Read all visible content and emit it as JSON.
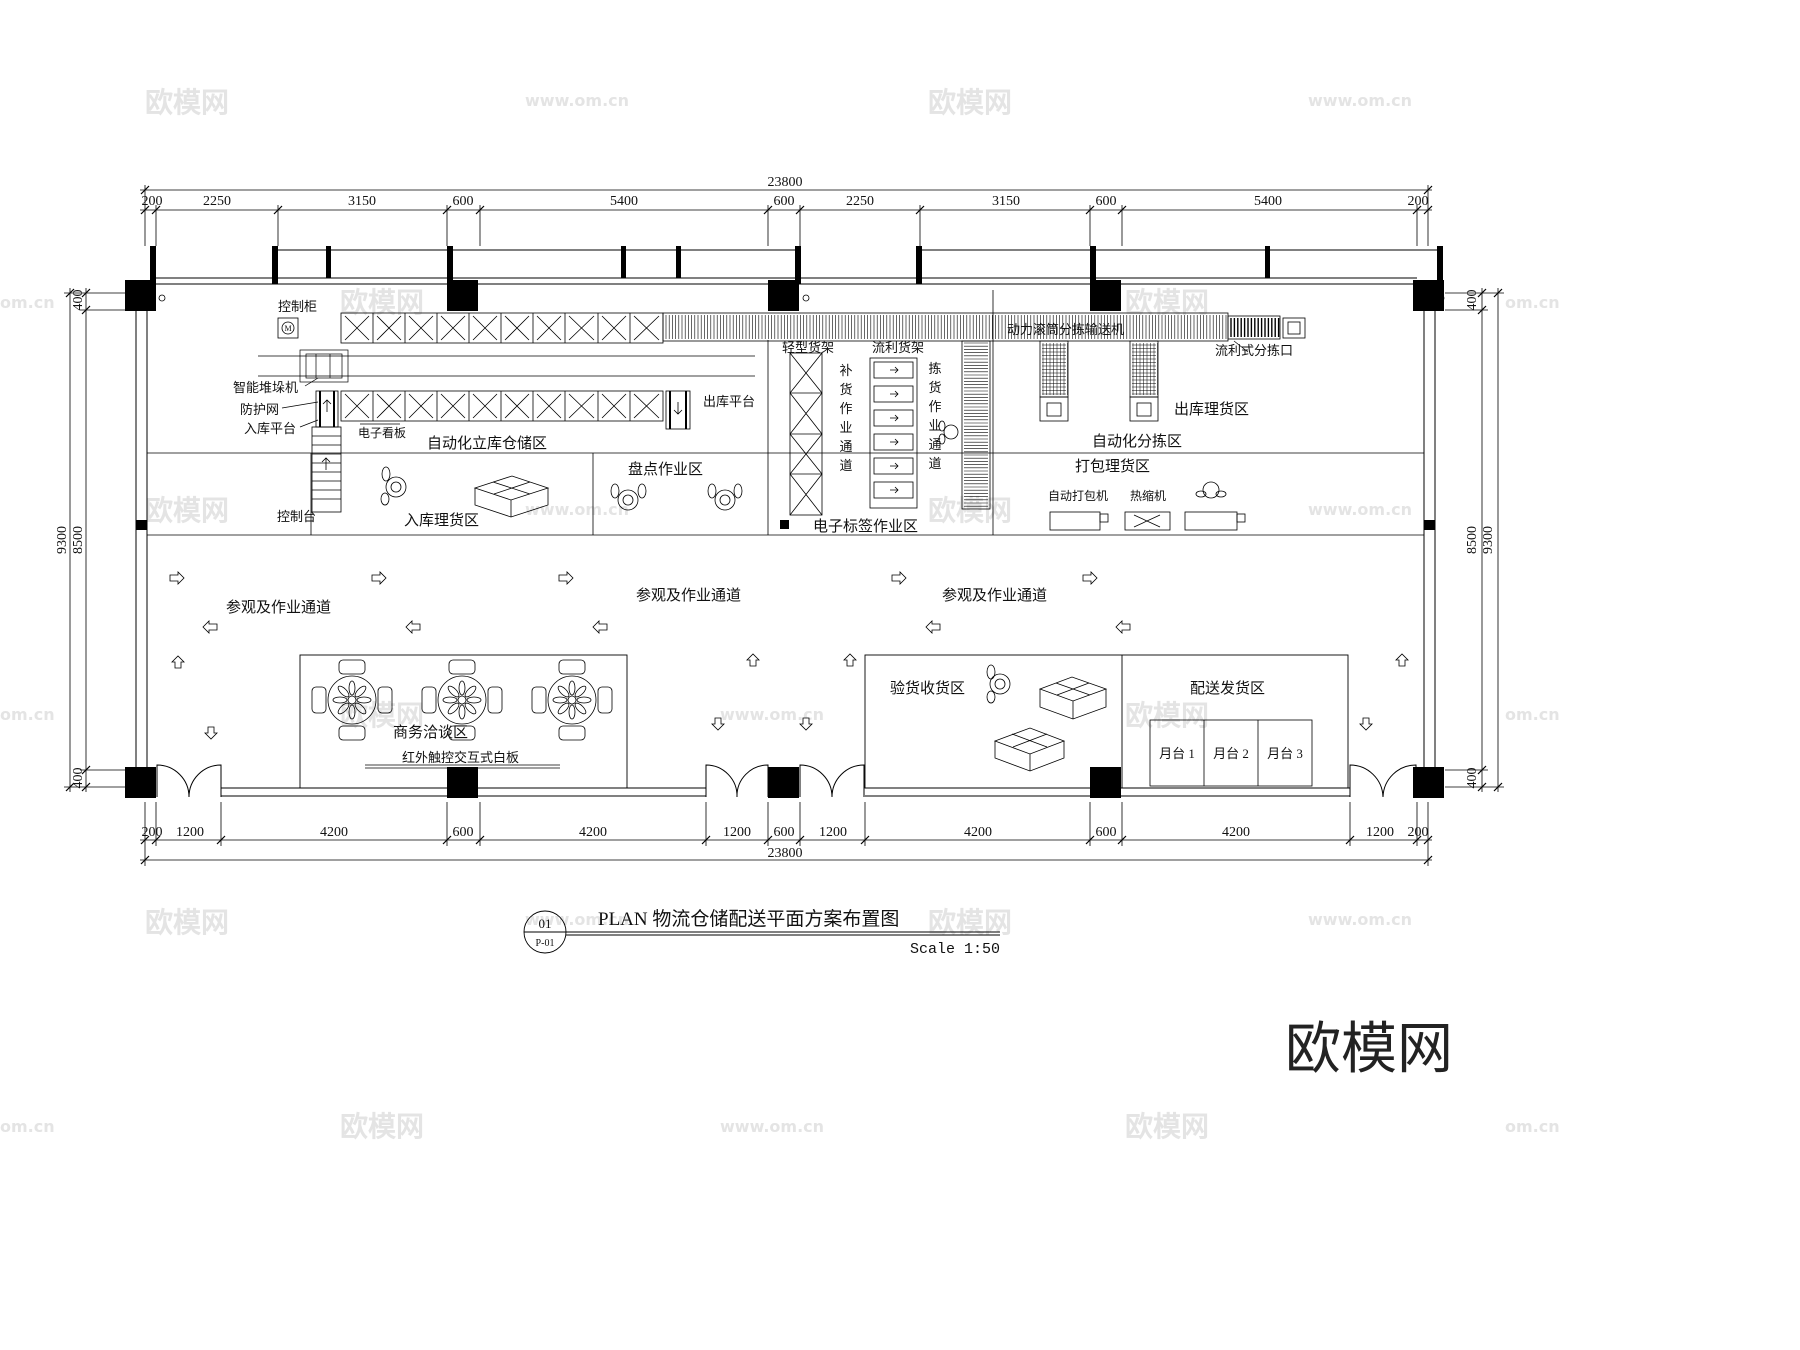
{
  "dimensions": {
    "total_top": "23800",
    "total_bottom": "23800",
    "top": [
      "200",
      "2250",
      "3150",
      "600",
      "5400",
      "600",
      "2250",
      "3150",
      "600",
      "5400",
      "200"
    ],
    "bottom": [
      "200",
      "1200",
      "4200",
      "600",
      "4200",
      "1200",
      "600",
      "1200",
      "4200",
      "600",
      "4200",
      "1200",
      "200"
    ],
    "left_outer": "9300",
    "left_inner": "8500",
    "right_outer": "9300",
    "right_inner": "8500",
    "side_400": "400"
  },
  "labels": {
    "control_cabinet": "控制柜",
    "control_cabinet_mark": "M",
    "stacker": "智能堆垛机",
    "fence": "防护网",
    "inbound_platform": "入库平台",
    "e_board": "电子看板",
    "outbound_platform": "出库平台",
    "asrs_zone": "自动化立库仓储区",
    "control_desk": "控制台",
    "inbound_sort": "入库理货区",
    "stocktake": "盘点作业区",
    "light_rack": "轻型货架",
    "flow_rack": "流利货架",
    "replenish": [
      "补",
      "货",
      "作",
      "业",
      "通",
      "道"
    ],
    "picking": [
      "拣",
      "货",
      "作",
      "业",
      "通",
      "道"
    ],
    "e_label_zone": "电子标签作业区",
    "conveyor": "动力滚筒分拣输送机",
    "flow_exit": "流利式分拣口",
    "outbound_sort": "出库理货区",
    "auto_sort": "自动化分拣区",
    "packing": "打包理货区",
    "auto_pack": "自动打包机",
    "shrink": "热缩机",
    "aisle_1": "参观及作业通道",
    "aisle_2": "参观及作业通道",
    "aisle_3": "参观及作业通道",
    "negotiation": "商务洽谈区",
    "whiteboard": "红外触控交互式白板",
    "receiving": "验货收货区",
    "dispatch": "配送发货区",
    "dock_1": "月台 1",
    "dock_2": "月台 2",
    "dock_3": "月台 3"
  },
  "title": {
    "number": "01",
    "sheet": "P-01",
    "text": "PLAN 物流仓储配送平面方案布置图",
    "scale": "Scale 1:50"
  },
  "watermarks": {
    "brand": "欧模网",
    "url": "www.om.cn",
    "url_short": "om.cn"
  }
}
